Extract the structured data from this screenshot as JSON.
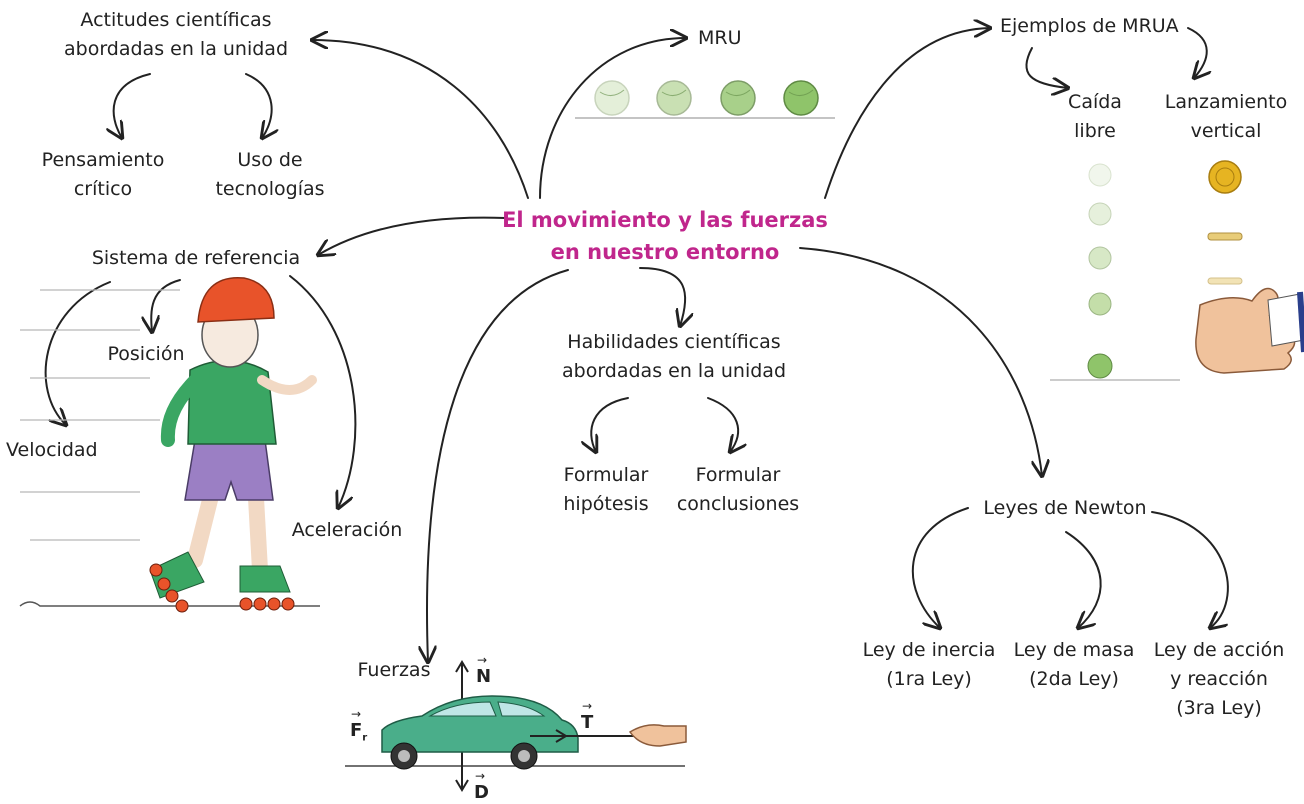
{
  "center": {
    "line1": "El movimiento y las fuerzas",
    "line2": "en nuestro entorno"
  },
  "actitudes": {
    "title_line1": "Actitudes científicas",
    "title_line2": "abordadas en la unidad",
    "item1_line1": "Pensamiento",
    "item1_line2": "crítico",
    "item2_line1": "Uso de",
    "item2_line2": "tecnologías"
  },
  "mru": {
    "label": "MRU"
  },
  "mrua": {
    "title": "Ejemplos de MRUA",
    "item1_line1": "Caída",
    "item1_line2": "libre",
    "item2_line1": "Lanzamiento",
    "item2_line2": "vertical"
  },
  "sistema": {
    "title": "Sistema de referencia",
    "posicion": "Posición",
    "velocidad": "Velocidad",
    "aceleracion": "Aceleración"
  },
  "habilidades": {
    "title_line1": "Habilidades científicas",
    "title_line2": "abordadas en la unidad",
    "item1_line1": "Formular",
    "item1_line2": "hipótesis",
    "item2_line1": "Formular",
    "item2_line2": "conclusiones"
  },
  "newton": {
    "title": "Leyes de Newton",
    "law1_line1": "Ley de inercia",
    "law1_line2": "(1ra Ley)",
    "law2_line1": "Ley de masa",
    "law2_line2": "(2da Ley)",
    "law3_line1": "Ley de acción",
    "law3_line2": "y reacción",
    "law3_line3": "(3ra Ley)"
  },
  "fuerzas": {
    "title": "Fuerzas",
    "vector_n": "N",
    "vector_t": "T",
    "vector_d": "D",
    "vector_f": "F",
    "vector_f_sub": "r"
  },
  "colors": {
    "center_text": "#c0268c",
    "tennis_ball": "#8fc46a",
    "shirt": "#3aa663",
    "shorts": "#9b7fc4",
    "helmet": "#e8532a",
    "car": "#4aae8a",
    "coin": "#e6b422"
  }
}
